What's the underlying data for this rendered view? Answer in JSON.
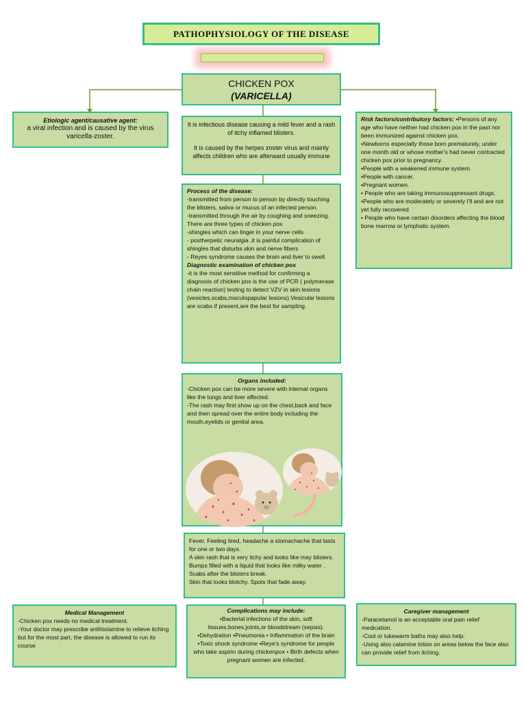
{
  "header": {
    "title": "PATHOPHYSIOLOGY OF THE DISEASE"
  },
  "disease": {
    "name": "CHICKEN POX",
    "latin": "(VARICELLA)"
  },
  "etiologic": {
    "heading": "Etiologic agent/causative agent:",
    "text": "a viral infection and is caused by the virus varicella-zoster."
  },
  "definition": {
    "p1": "It is infectious disease causing a mild fever and a rash of itchy inflamed blisters.",
    "p2": "It is caused by the herpes zoster virus and mainly affects children who are afterward usually immune"
  },
  "risk": {
    "heading": "Risk factors/contributory factors:",
    "lines": [
      "•Persons of any age who have neither had    chicken pox in the past nor been immunized against chicken pox.",
      "•Newborns especially those born prematurely, under one month old or whose mother's had never contracted chicken pox prior to pregnancy.",
      "•People with a weakened immune system.",
      "•People with cancer.",
      "•Pregnant women.",
      "• People who are taking immunosuppressant drugs.",
      "•People who are moderately or severely I'll and are not yet fully recovered",
      "• People who have certain disorders affecting the blood bone marrow or lymphatic system."
    ]
  },
  "process": {
    "heading": "Process of the disease:",
    "lines": [
      "-transmitted from person to person by directly touching the blisters, saliva or mucus of an infected person.",
      "-transmitted through the air by coughing and sneezing.",
      " There are three types of chicken pox",
      "-shingles which can linger in your nerve cells",
      " - postherpetic neuralgia ,it is painful complication of shingles that disturbs skin and nerve fibers",
      " - Reyes syndrome causes the brain and liver to swell."
    ],
    "diag_heading": "Diagnostic examination of chicken pox",
    "diag_text": "-it is the most sensitive method for confirming a diagnosis of chicken pox is the use of PCR ( polymerase chain reaction) testing to detect VZV in skin lesions (vesicles,scabs,maculopapular lesions).Vesicular lesions are scabs if present,are the best for sampling."
  },
  "organs": {
    "heading": "Organs included:",
    "lines": [
      "-Chicken pox can be more severe with internal organs like the lungs and liver affected.",
      "-The rash may first show up on the chest,back and face and then spread over the entire body including the mouth,eyelids or genital area."
    ]
  },
  "symptoms": {
    "lines": [
      "Fever, Feeling tired, headache a stomachache that lasts for one or two days.",
      " A skin rash that is very itchy and looks like may blisters.",
      "Bumps filled with a liquid that looks like milky water . Scabs after the blisters break.",
      "Skin that looks blotchy. Spots that fade away."
    ]
  },
  "medical": {
    "heading": "Medical Management",
    "lines": [
      "-Chicken pox needs no medical treatment.",
      "-Your doctor may prescribe antihistamine to relieve itching but for the most part, the disease is allowed to run its course"
    ]
  },
  "complications": {
    "heading": "Complications may include:",
    "text": "•Bacterial infections of the skin, soft tissues,bones,joints,or bloodstream (sepsis). •Dehydration •Pneumonia • Inflammation of the brain •Toxic shock syndrome •Reye's syndrome for people who take aspirin during chickenpox • Birth defects when pregnant women are infected."
  },
  "caregiver": {
    "heading": "Caregiver management",
    "lines": [
      "-Paracetamol is an acceptable oral pain relief medication.",
      "-Cool or lukewarm baths may also help.",
      "-Using also calamine lotion on areas below the face also can provide relief from itching."
    ]
  },
  "colors": {
    "box_fill": "#c8dca3",
    "box_border": "#2fbf8a",
    "title_fill": "#d6ec96",
    "connector": "#6a9a2a"
  }
}
